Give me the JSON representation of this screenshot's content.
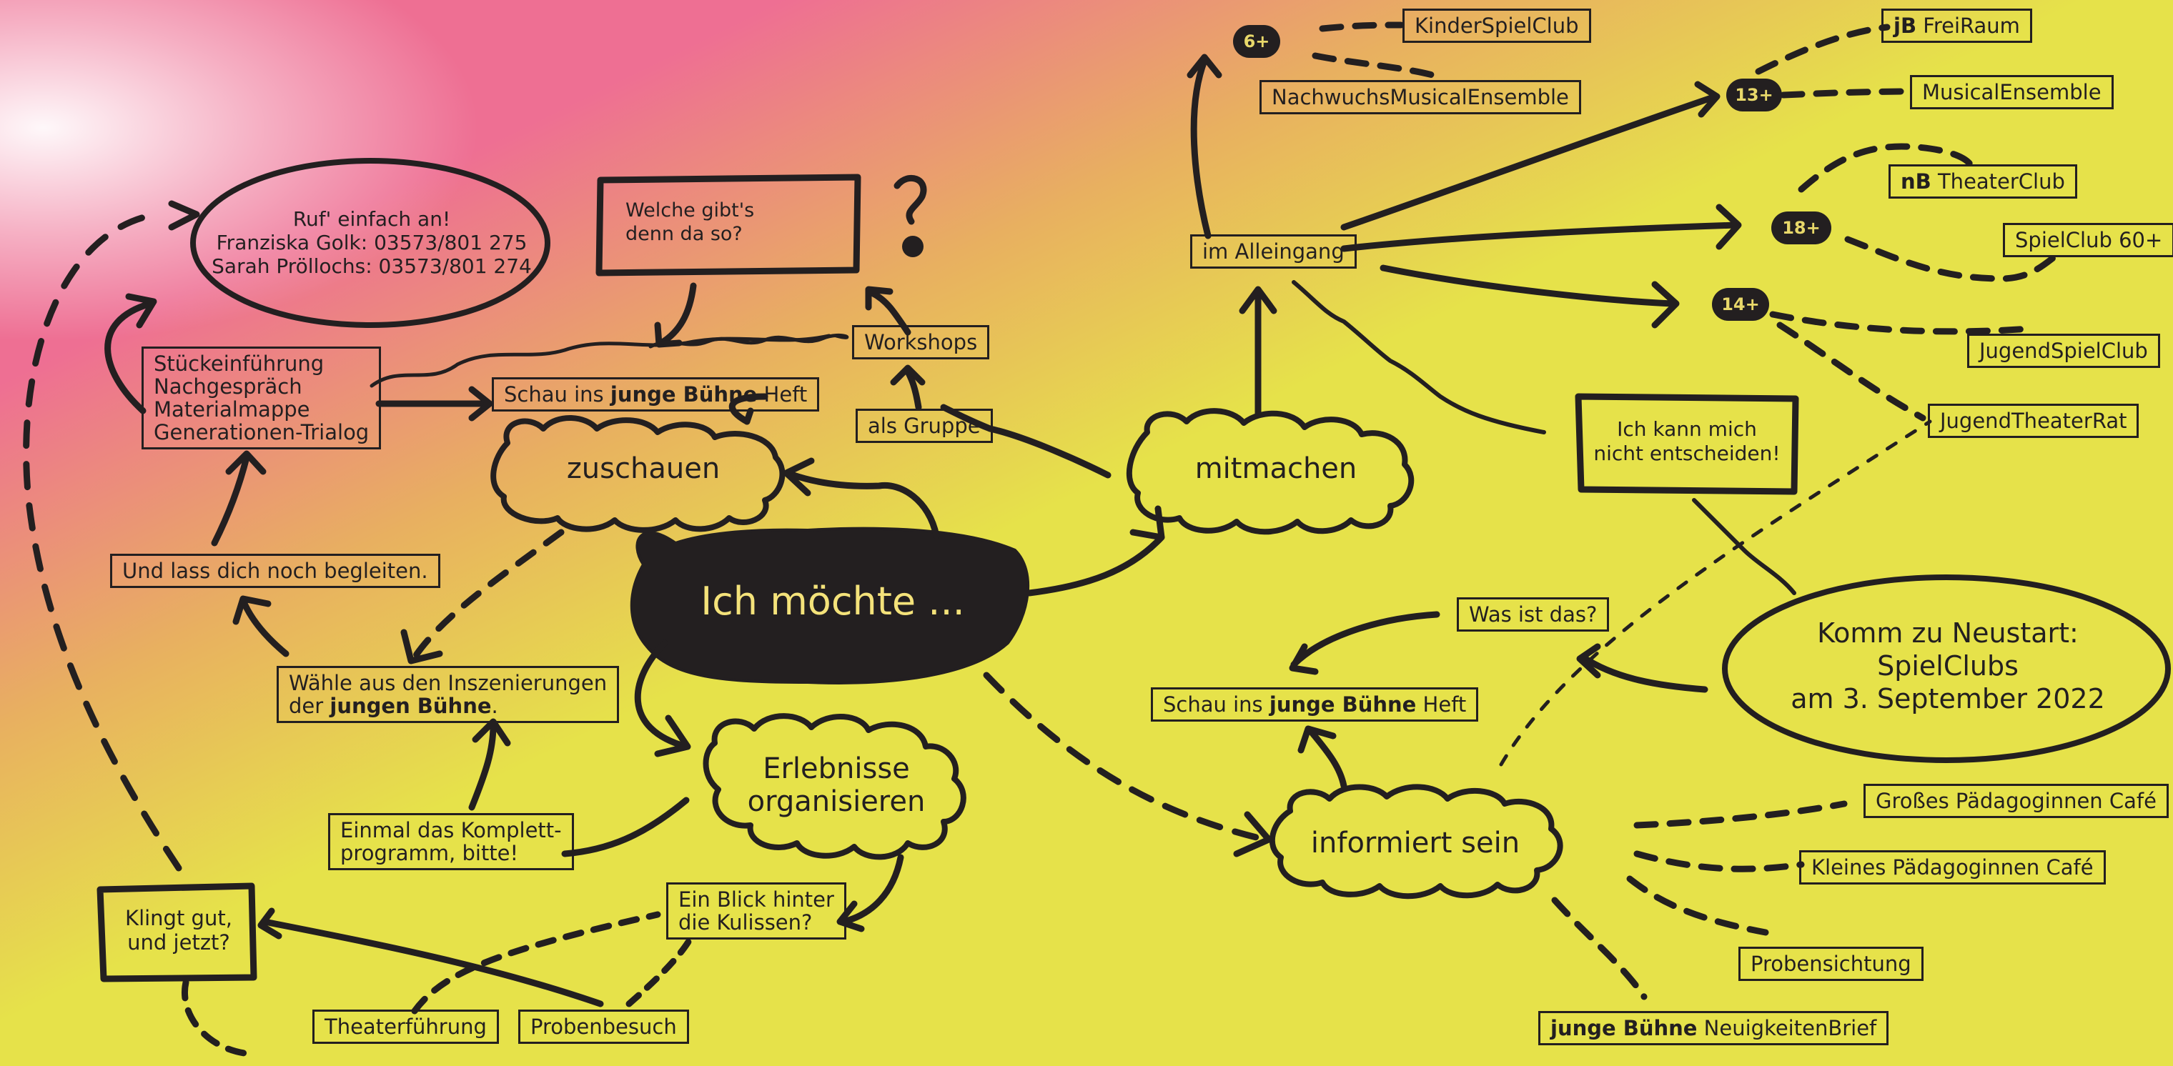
{
  "palette": {
    "background": "#e6e24a",
    "pink": "#ee6f93",
    "ink": "#231f20",
    "blob_text": "#f4e27a"
  },
  "center": {
    "label": "Ich möchte ..."
  },
  "clouds": {
    "zuschauen": "zuschauen",
    "mitmachen": "mitmachen",
    "erlebnisse_line1": "Erlebnisse",
    "erlebnisse_line2": "organisieren",
    "informiert": "informiert sein"
  },
  "speech": {
    "call_title": "Ruf' einfach an!",
    "call_line1": "Franziska Golk: 03573/801 275",
    "call_line2": "Sarah Pröllochs: 03573/801 274",
    "question_line1": "Welche gibt's",
    "question_line2": "denn da so?",
    "question_mark": "?",
    "undecided_line1": "Ich kann mich",
    "undecided_line2": "nicht entscheiden!",
    "klingt_line1": "Klingt gut,",
    "klingt_line2": "und jetzt?",
    "neustart_line1": "Komm zu Neustart:",
    "neustart_line2": "SpielClubs",
    "neustart_line3": "am 3. September 2022"
  },
  "boxes": {
    "services": [
      "Stückeinführung",
      "Nachgespräch",
      "Materialmappe",
      "Generationen-Trialog"
    ],
    "heft_left_pre": "Schau ins ",
    "heft_left_bold": "junge Bühne",
    "heft_left_post": " Heft",
    "workshops": "Workshops",
    "als_gruppe": "als Gruppe",
    "begleiten": "Und lass dich noch begleiten.",
    "waehle_line1": "Wähle aus den Inszenierungen",
    "waehle_line2_pre": "der ",
    "waehle_line2_bold": "jungen Bühne",
    "waehle_line2_post": ".",
    "komplett_line1": "Einmal das Komplett-",
    "komplett_line2": "programm, bitte!",
    "blick_line1": "Ein Blick hinter",
    "blick_line2": "die Kulissen?",
    "theaterfuehrung": "Theaterführung",
    "probenbesuch": "Probenbesuch",
    "alleingang": "im Alleingang",
    "was_ist_das": "Was ist das?",
    "heft_right_pre": "Schau ins ",
    "heft_right_bold": "junge Bühne",
    "heft_right_post": " Heft",
    "kinderspielclub": "KinderSpielClub",
    "nachwuchs": "NachwuchsMusicalEnsemble",
    "freiraum_bold": "jB",
    "freiraum_rest": " FreiRaum",
    "musical": "MusicalEnsemble",
    "theaterclub_bold": "nB",
    "theaterclub_rest": " TheaterClub",
    "spielclub60": "SpielClub 60+",
    "jugendspielclub": "JugendSpielClub",
    "jugendtheaterrat": "JugendTheaterRat",
    "grosses_cafe": "Großes Pädagoginnen Café",
    "kleines_cafe": "Kleines Pädagoginnen Café",
    "probensichtung": "Probensichtung",
    "neuigkeiten_bold": "junge Bühne",
    "neuigkeiten_rest": " NeuigkeitenBrief"
  },
  "badges": {
    "age6": "6+",
    "age13": "13+",
    "age18": "18+",
    "age14": "14+"
  }
}
